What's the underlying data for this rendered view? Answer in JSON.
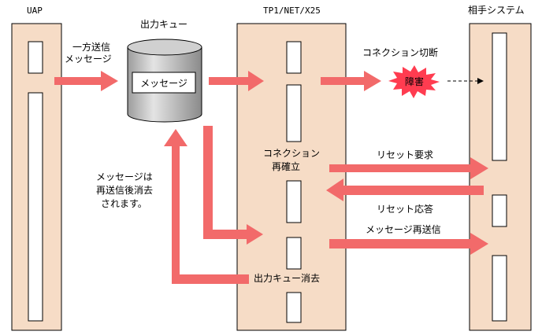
{
  "columns": {
    "uap": "UAP",
    "queue": "出力キュー",
    "tp1": "TP1/NET/X25",
    "peer": "相手システム"
  },
  "labels": {
    "oneway_line1": "一方送信",
    "oneway_line2": "メッセージ",
    "queue_message": "メッセージ",
    "disconnect": "コネクション切断",
    "failure": "障害",
    "reestablish_line1": "コネクション",
    "reestablish_line2": "再確立",
    "reset_request": "リセット要求",
    "reset_response": "リセット応答",
    "resend": "メッセージ再送信",
    "deleted_line1": "メッセージは",
    "deleted_line2": "再送信後消去",
    "deleted_line3": "されます。",
    "queue_delete": "出力キュー消去"
  },
  "colors": {
    "column_fill": "#f6dcc6",
    "arrow": "#f26a6a",
    "burst": "#ff3c50",
    "cylinder": "#b8b8b8"
  }
}
